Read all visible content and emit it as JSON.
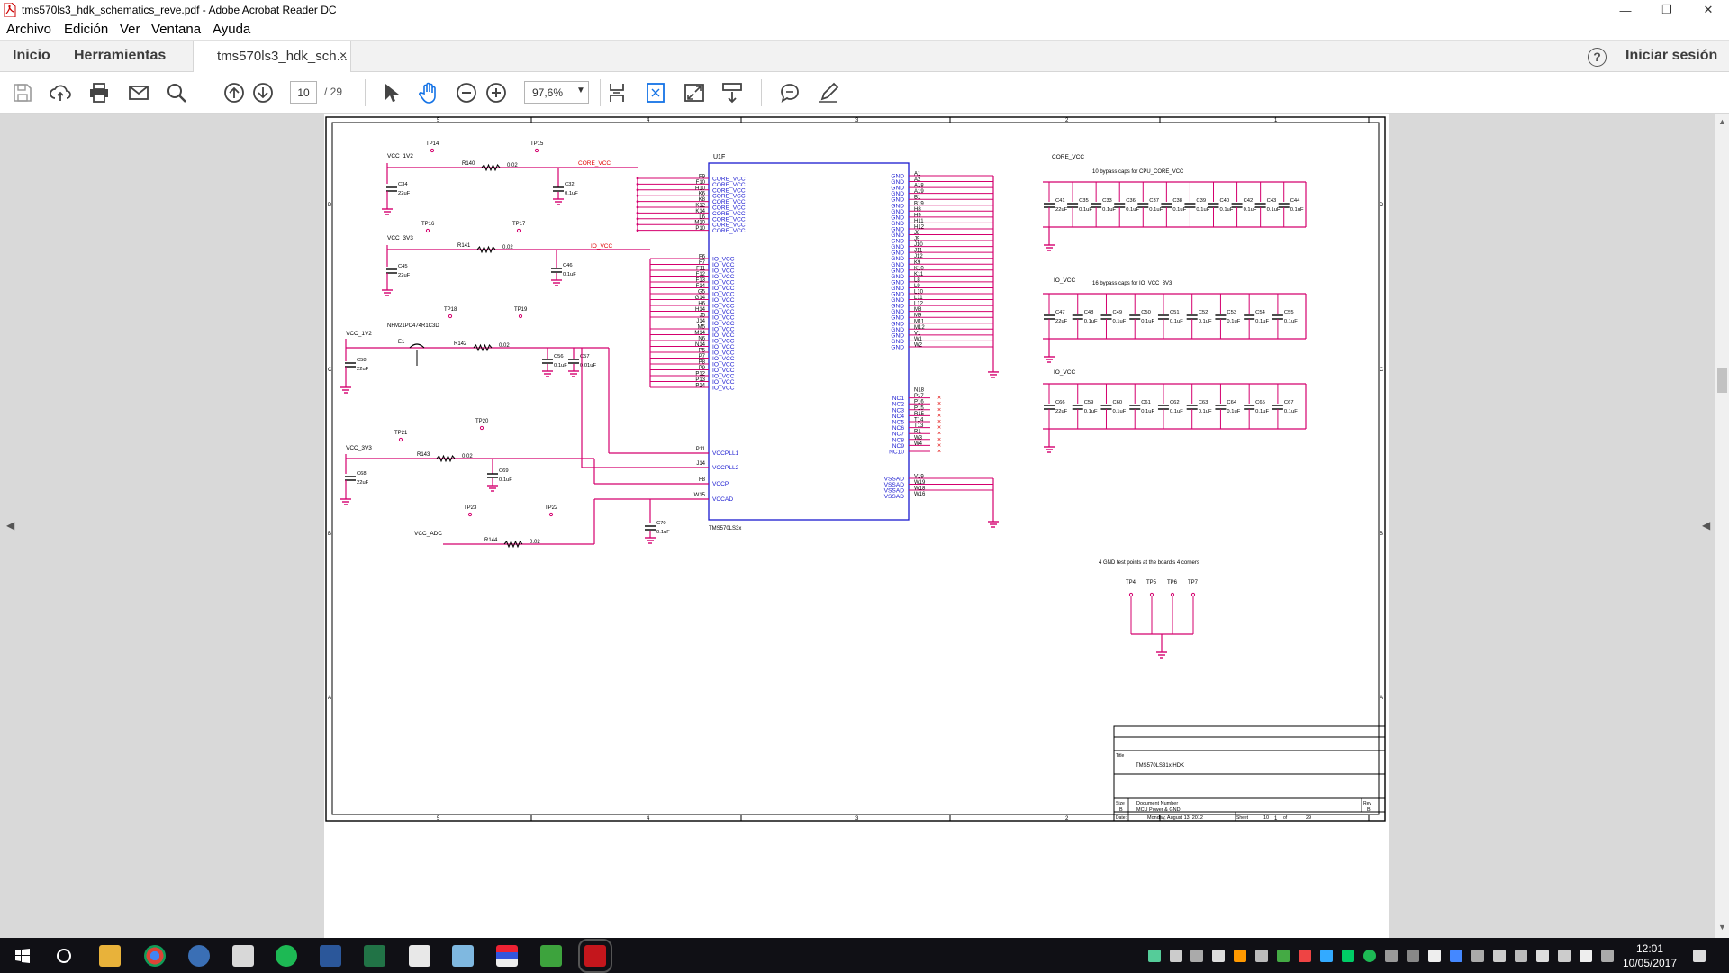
{
  "window": {
    "title": "tms570ls3_hdk_schematics_reve.pdf - Adobe Acrobat Reader DC",
    "minimize": "—",
    "restore": "❐",
    "close": "✕"
  },
  "menu": [
    "Archivo",
    "Edición",
    "Ver",
    "Ventana",
    "Ayuda"
  ],
  "tabs": {
    "home": "Inicio",
    "tools": "Herramientas",
    "document": "tms570ls3_hdk_sch...",
    "close": "×",
    "help": "?",
    "signin": "Iniciar sesión"
  },
  "toolbar": {
    "page_current": "10",
    "page_total": "/  29",
    "zoom": "97,6%",
    "zoom_arrow": "▼"
  },
  "nav": {
    "left_arrow": "◀",
    "right_arrow": "◀",
    "scroll_up": "▲",
    "scroll_down": "▼"
  },
  "schematic": {
    "core_net": "CORE_VCC",
    "io_net": "IO_VCC",
    "vcc_1v2": "VCC_1V2",
    "vcc_3v3": "VCC_3V3",
    "vcc_adc": "VCC_ADC",
    "u1_ref": "U1F",
    "u1_part": "TMS570LS3x",
    "ferrite_part": "NFM21PC474R1C3D",
    "ferrite_ref": "E1",
    "caps_core_label": "10 bypass caps for CPU_CORE_VCC",
    "caps_io_label": "16 bypass caps for IO_VCC_3V3",
    "gnd_tp_label": "4 GND test points at the board's 4 corners",
    "resistors": [
      "R140",
      "R141",
      "R142",
      "R143",
      "R144"
    ],
    "res_value": "0.02",
    "test_points_left": [
      "TP14",
      "TP15",
      "TP16",
      "TP17",
      "TP18",
      "TP19",
      "TP21",
      "TP20",
      "TP23",
      "TP22"
    ],
    "left_caps": [
      {
        "ref": "C34",
        "val": "22uF"
      },
      {
        "ref": "C32",
        "val": "0.1uF"
      },
      {
        "ref": "C45",
        "val": "22uF"
      },
      {
        "ref": "C46",
        "val": "0.1uF"
      },
      {
        "ref": "C58",
        "val": "22uF"
      },
      {
        "ref": "C56",
        "val": "0.1uF"
      },
      {
        "ref": "C57",
        "val": "0.01uF"
      },
      {
        "ref": "C68",
        "val": "22uF"
      },
      {
        "ref": "C69",
        "val": "0.1uF"
      },
      {
        "ref": "C70",
        "val": "0.1uF"
      }
    ],
    "core_pins": [
      "F9",
      "F10",
      "H10",
      "K6",
      "K8",
      "K12",
      "K14",
      "L6",
      "M10",
      "P10"
    ],
    "core_pin_name": "CORE_VCC",
    "io_pins": [
      "F6",
      "F7",
      "F11",
      "F12",
      "F13",
      "F14",
      "G5",
      "G14",
      "H6",
      "H14",
      "J5",
      "J14",
      "M5",
      "M14",
      "N6",
      "N14",
      "P5",
      "P7",
      "P8",
      "P9",
      "P12",
      "P13",
      "P14"
    ],
    "io_pin_name": "IO_VCC",
    "pll_pins": [
      {
        "pin": "P11",
        "name": "VCCPLL1"
      },
      {
        "pin": "J14",
        "name": "VCCPLL2"
      },
      {
        "pin": "F8",
        "name": "VCCP"
      },
      {
        "pin": "W15",
        "name": "VCCAD"
      }
    ],
    "gnd_pins": [
      "A1",
      "A2",
      "A18",
      "A19",
      "B1",
      "B19",
      "H8",
      "H9",
      "H11",
      "H12",
      "J8",
      "J9",
      "J10",
      "J11",
      "J12",
      "K9",
      "K10",
      "K11",
      "L8",
      "L9",
      "L10",
      "L11",
      "L12",
      "M8",
      "M9",
      "M11",
      "M12",
      "V1",
      "W1",
      "W2"
    ],
    "gnd_pin_name": "GND",
    "nc_pins": [
      {
        "pin": "N18",
        "name": ""
      },
      {
        "pin": "P17",
        "name": "NC1"
      },
      {
        "pin": "P16",
        "name": "NC2"
      },
      {
        "pin": "P15",
        "name": "NC3"
      },
      {
        "pin": "R15",
        "name": "NC4"
      },
      {
        "pin": "T14",
        "name": "NC5"
      },
      {
        "pin": "T13",
        "name": "NC6"
      },
      {
        "pin": "R1",
        "name": "NC7"
      },
      {
        "pin": "W3",
        "name": "NC8"
      },
      {
        "pin": "W4",
        "name": "NC9"
      },
      {
        "pin": "",
        "name": "NC10"
      }
    ],
    "vssad_pins": [
      "V19",
      "W19",
      "W18",
      "W16"
    ],
    "vssad_name": "VSSAD",
    "right_core_caps": [
      {
        "ref": "C41",
        "val": "22uF"
      },
      {
        "ref": "C35",
        "val": "0.1uF"
      },
      {
        "ref": "C33",
        "val": "0.1uF"
      },
      {
        "ref": "C36",
        "val": "0.1uF"
      },
      {
        "ref": "C37",
        "val": "0.1uF"
      },
      {
        "ref": "C38",
        "val": "0.1uF"
      },
      {
        "ref": "C39",
        "val": "0.1uF"
      },
      {
        "ref": "C40",
        "val": "0.1uF"
      },
      {
        "ref": "C42",
        "val": "0.1uF"
      },
      {
        "ref": "C43",
        "val": "0.1uF"
      },
      {
        "ref": "C44",
        "val": "0.1uF"
      }
    ],
    "right_io_caps_1": [
      {
        "ref": "C47",
        "val": "22uF"
      },
      {
        "ref": "C48",
        "val": "0.1uF"
      },
      {
        "ref": "C49",
        "val": "0.1uF"
      },
      {
        "ref": "C50",
        "val": "0.1uF"
      },
      {
        "ref": "C51",
        "val": "0.1uF"
      },
      {
        "ref": "C52",
        "val": "0.1uF"
      },
      {
        "ref": "C53",
        "val": "0.1uF"
      },
      {
        "ref": "C54",
        "val": "0.1uF"
      },
      {
        "ref": "C55",
        "val": "0.1uF"
      }
    ],
    "right_io_caps_2": [
      {
        "ref": "C66",
        "val": "22uF"
      },
      {
        "ref": "C59",
        "val": "0.1uF"
      },
      {
        "ref": "C60",
        "val": "0.1uF"
      },
      {
        "ref": "C61",
        "val": "0.1uF"
      },
      {
        "ref": "C62",
        "val": "0.1uF"
      },
      {
        "ref": "C63",
        "val": "0.1uF"
      },
      {
        "ref": "C64",
        "val": "0.1uF"
      },
      {
        "ref": "C65",
        "val": "0.1uF"
      },
      {
        "ref": "C67",
        "val": "0.1uF"
      }
    ],
    "gnd_tps": [
      "TP4",
      "TP5",
      "TP6",
      "TP7"
    ],
    "zone_cols": [
      "5",
      "4",
      "3",
      "2",
      "1"
    ],
    "zone_rows": [
      "D",
      "C",
      "B",
      "A"
    ],
    "titleblock": {
      "title_lbl": "Title",
      "title": "TMS570LS31x HDK",
      "size_lbl": "Size",
      "size": "B",
      "docnum_lbl": "Document Number",
      "docnum": "MCU Power & GND",
      "rev_lbl": "Rev",
      "rev": "B",
      "date_lbl": "Date:",
      "date": "Monday, August 13, 2012",
      "sheet_lbl": "Sheet",
      "sheet": "10",
      "of_lbl": "of",
      "of": "29"
    }
  },
  "taskbar": {
    "time": "12:01",
    "date": "10/05/2017"
  }
}
